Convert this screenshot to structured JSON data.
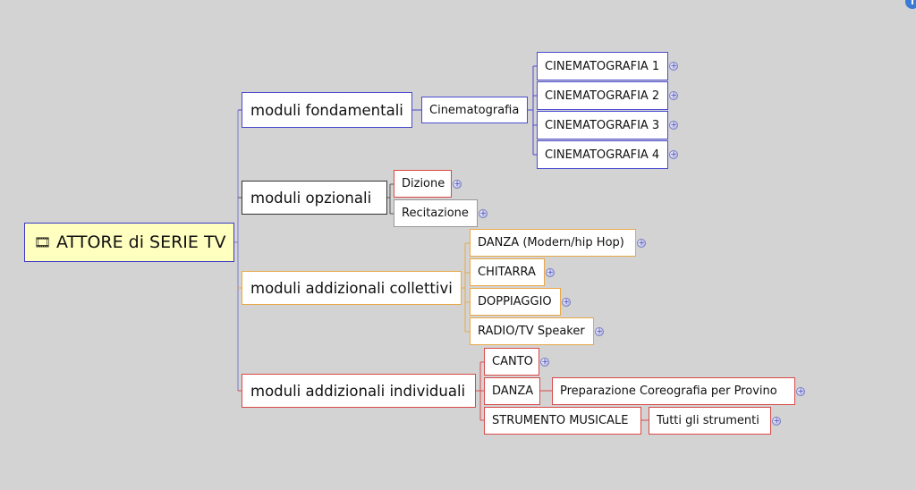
{
  "colors": {
    "blue": "#4a4ad0",
    "orange": "#e8a848",
    "red": "#d84848",
    "root_fill": "#ffffc0"
  },
  "root": {
    "icon": "film-icon",
    "label": "ATTORE di SERIE TV"
  },
  "branches": {
    "fondamentali": {
      "label": "moduli fondamentali",
      "sub": "Cinematografia",
      "items": [
        "CINEMATOGRAFIA 1",
        "CINEMATOGRAFIA 2",
        "CINEMATOGRAFIA 3",
        "CINEMATOGRAFIA 4"
      ]
    },
    "opzionali": {
      "label": "moduli  opzionali",
      "items": [
        "Dizione",
        "Recitazione"
      ]
    },
    "collettivi": {
      "label": "moduli addizionali collettivi",
      "items": [
        "DANZA (Modern/hip Hop)",
        "CHITARRA",
        "DOPPIAGGIO",
        "RADIO/TV Speaker"
      ]
    },
    "individuali": {
      "label": "moduli addizionali individuali",
      "items": [
        "CANTO",
        "DANZA",
        "STRUMENTO MUSICALE"
      ],
      "danza_child": "Preparazione Coreografia per  Provino",
      "strumento_child": "Tutti gli strumenti"
    }
  },
  "info_icon": "i"
}
